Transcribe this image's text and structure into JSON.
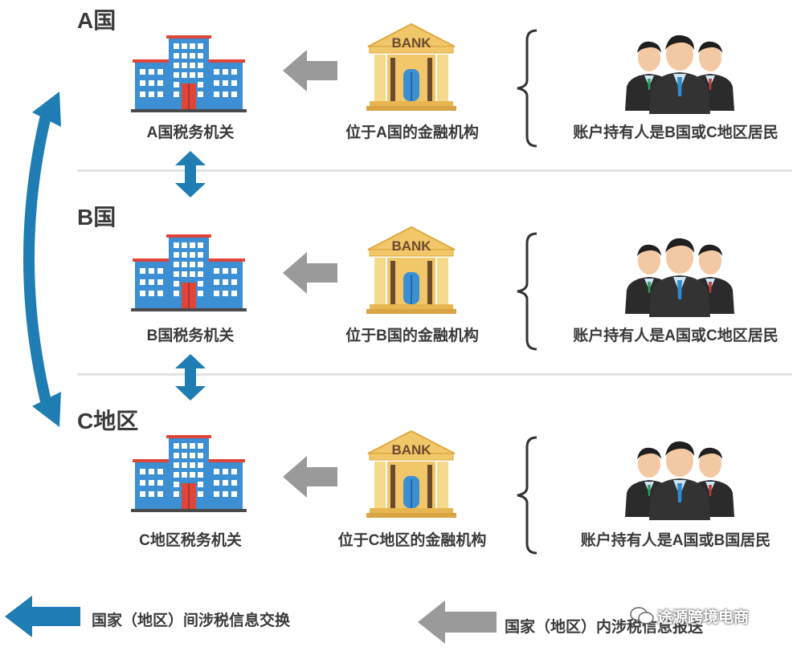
{
  "regions": [
    {
      "title": "A国",
      "tax_label": "A国税务机关",
      "bank_label": "位于A国的金融机构",
      "holder_label": "账户持有人是B国或C地区居民"
    },
    {
      "title": "B国",
      "tax_label": "B国税务机关",
      "bank_label": "位于B国的金融机构",
      "holder_label": "账户持有人是A国或C地区居民"
    },
    {
      "title": "C地区",
      "tax_label": "C地区税务机关",
      "bank_label": "位于C地区的金融机构",
      "holder_label": "账户持有人是A国或B国居民"
    }
  ],
  "bank_sign": "BANK",
  "legend": {
    "exchange": "国家（地区）间涉税信息交换",
    "domestic": "国家（地区）内涉税信息报送"
  },
  "watermark": "途源跨境电商",
  "colors": {
    "exchange_arrow": "#1f7db3",
    "domestic_arrow": "#9a9a9a",
    "building": "#3b8fd2",
    "bank": "#f1c76a"
  }
}
